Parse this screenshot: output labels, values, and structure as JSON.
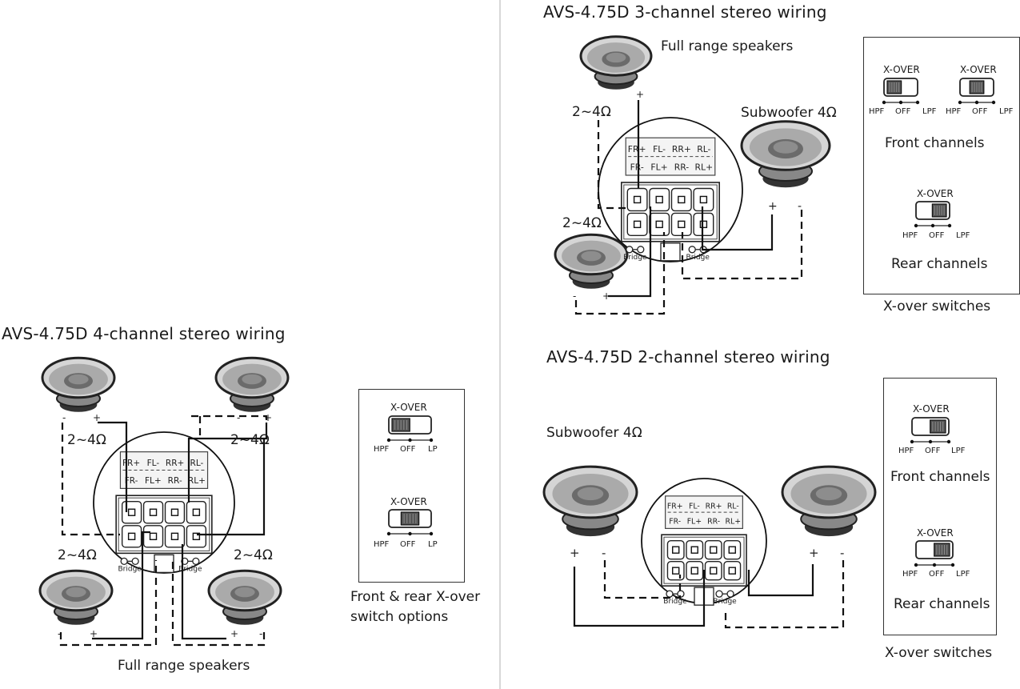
{
  "diagrams": {
    "four_channel": {
      "title": "AVS-4.75D  4-channel stereo wiring",
      "impedance_labels": [
        "2~4Ω",
        "2~4Ω",
        "2~4Ω",
        "2~4Ω"
      ],
      "speaker_caption": "Full range speakers",
      "terminal_labels_top": [
        "FR+",
        "FL-",
        "RR+",
        "RL-"
      ],
      "terminal_labels_bottom": [
        "FR-",
        "FL+",
        "RR-",
        "RL+"
      ],
      "bridge_label": "Bridge",
      "polarity": {
        "plus": "+",
        "minus": "-"
      },
      "switch_box": {
        "switches": [
          {
            "title": "X-OVER",
            "options": [
              "HPF",
              "OFF",
              "LP"
            ],
            "position": "HPF"
          },
          {
            "title": "X-OVER",
            "options": [
              "HPF",
              "OFF",
              "LP"
            ],
            "position": "OFF"
          }
        ],
        "caption_line1": "Front & rear X-over",
        "caption_line2": "switch options"
      }
    },
    "three_channel": {
      "title": "AVS-4.75D  3-channel stereo wiring",
      "speaker_caption": "Full range speakers",
      "subwoofer_label": "Subwoofer 4Ω",
      "impedance_labels": [
        "2~4Ω",
        "2~4Ω"
      ],
      "terminal_labels_top": [
        "FR+",
        "FL-",
        "RR+",
        "RL-"
      ],
      "terminal_labels_bottom": [
        "FR-",
        "FL+",
        "RR-",
        "RL+"
      ],
      "bridge_label": "Bridge",
      "polarity": {
        "plus": "+",
        "minus": "-"
      },
      "switch_box": {
        "front_switches": [
          {
            "title": "X-OVER",
            "options": [
              "HPF",
              "OFF",
              "LPF"
            ],
            "position": "HPF"
          },
          {
            "title": "X-OVER",
            "options": [
              "HPF",
              "OFF",
              "LPF"
            ],
            "position": "OFF"
          }
        ],
        "front_caption": "Front channels",
        "rear_switch": {
          "title": "X-OVER",
          "options": [
            "HPF",
            "OFF",
            "LPF"
          ],
          "position": "LPF"
        },
        "rear_caption": "Rear channels",
        "caption": "X-over switches"
      }
    },
    "two_channel": {
      "title": "AVS-4.75D  2-channel stereo wiring",
      "subwoofer_label": "Subwoofer 4Ω",
      "terminal_labels_top": [
        "FR+",
        "FL-",
        "RR+",
        "RL-"
      ],
      "terminal_labels_bottom": [
        "FR-",
        "FL+",
        "RR-",
        "RL+"
      ],
      "bridge_label": "Bridge",
      "polarity": {
        "plus": "+",
        "minus": "-"
      },
      "switch_box": {
        "front_switch": {
          "title": "X-OVER",
          "options": [
            "HPF",
            "OFF",
            "LPF"
          ],
          "position": "LPF"
        },
        "front_caption": "Front channels",
        "rear_switch": {
          "title": "X-OVER",
          "options": [
            "HPF",
            "OFF",
            "LPF"
          ],
          "position": "LPF"
        },
        "rear_caption": "Rear channels",
        "caption": "X-over switches"
      }
    }
  }
}
